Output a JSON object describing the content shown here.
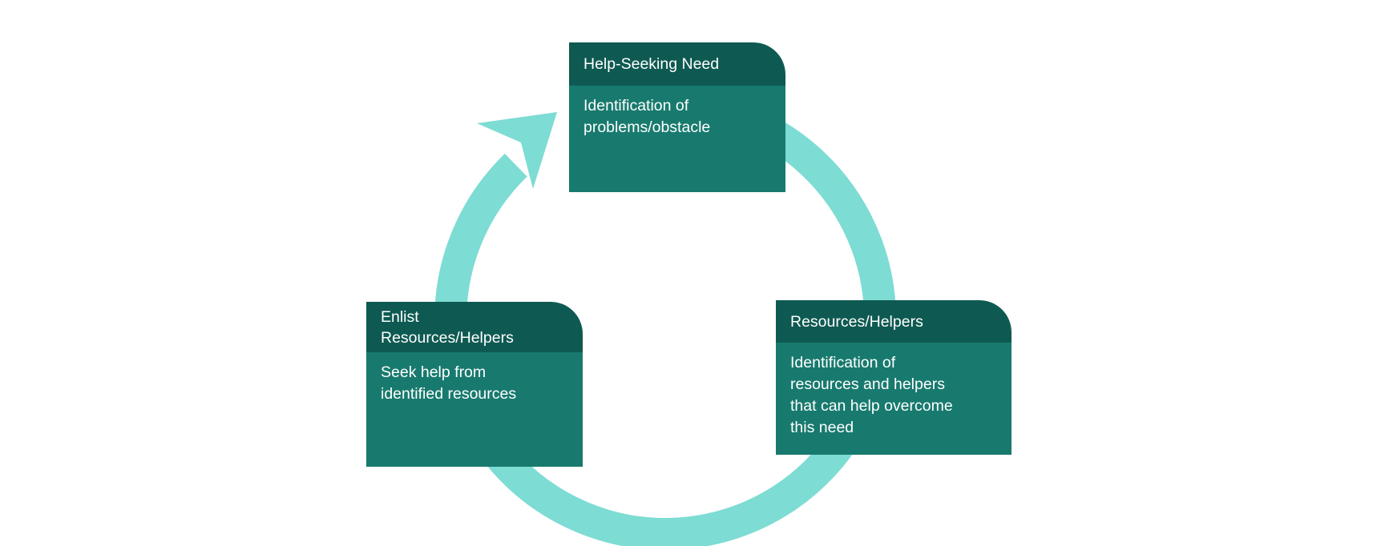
{
  "colors": {
    "header_bg": "#0E5A52",
    "body_bg": "#187A6E",
    "ring": "#7DDCD3",
    "text": "#FFFFFF",
    "page_bg": "#FFFFFF"
  },
  "diagram": {
    "type": "cycle",
    "direction": "clockwise",
    "nodes": {
      "help_seeking_need": {
        "header": "Help-Seeking Need",
        "body": "Identification of problems/obstacle",
        "header_lines": [
          "Help-Seeking Need"
        ],
        "body_lines": [
          "Identification of",
          "problems/obstacle"
        ]
      },
      "resources_helpers": {
        "header": "Resources/Helpers",
        "body": "Identification of resources and helpers that can help overcome this need",
        "header_lines": [
          "Resources/Helpers"
        ],
        "body_lines": [
          "Identification of",
          "resources and helpers",
          "that can help overcome",
          "this need"
        ]
      },
      "enlist_resources_helpers": {
        "header": "Enlist Resources/Helpers",
        "body": "Seek help from identified resources",
        "header_lines": [
          "Enlist",
          "Resources/Helpers"
        ],
        "body_lines": [
          "Seek help from",
          "identified resources"
        ]
      }
    }
  }
}
